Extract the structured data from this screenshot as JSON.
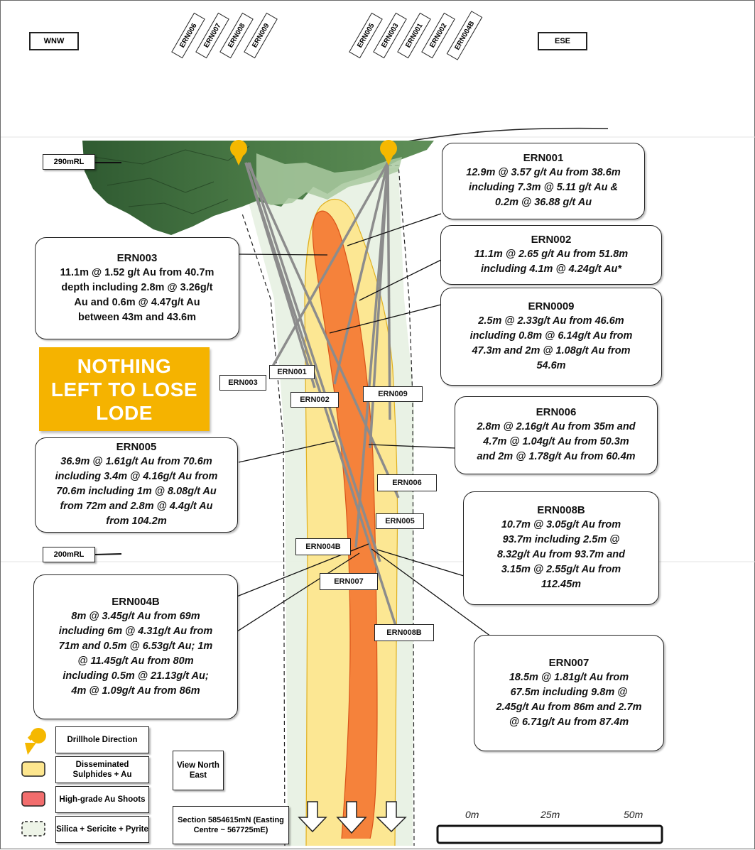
{
  "directions": {
    "west": "WNW",
    "east": "ESE"
  },
  "drillhole_tags": {
    "group_a": [
      "ERN006",
      "ERN007",
      "ERN008",
      "ERN009"
    ],
    "group_b": [
      "ERN005",
      "ERN003",
      "ERN001",
      "ERN002",
      "ERN004B"
    ]
  },
  "reduced_levels": {
    "upper": "290mRL",
    "lower": "200mRL"
  },
  "trace_labels": {
    "ern003": "ERN003",
    "ern001": "ERN001",
    "ern002": "ERN002",
    "ern009": "ERN009",
    "ern006": "ERN006",
    "ern005": "ERN005",
    "ern004b": "ERN004B",
    "ern007": "ERN007",
    "ern008b": "ERN008B"
  },
  "callouts": {
    "ern001": {
      "title": "ERN001",
      "lines": [
        "12.9m @ 3.57 g/t Au from 38.6m",
        "including 7.3m @ 5.11 g/t Au &",
        "0.2m @ 36.88 g/t Au"
      ]
    },
    "ern002": {
      "title": "ERN002",
      "lines": [
        "11.1m @ 2.65 g/t Au from 51.8m",
        "including 4.1m @ 4.24g/t Au*"
      ]
    },
    "ern0009": {
      "title": "ERN0009",
      "lines": [
        "2.5m @ 2.33g/t Au from 46.6m",
        "including 0.8m @ 6.14g/t Au from",
        "47.3m and 2m @ 1.08g/t Au from",
        "54.6m"
      ]
    },
    "ern003": {
      "title": "ERN003",
      "lines": [
        "11.1m @ 1.52 g/t Au from 40.7m",
        "depth including  2.8m @ 3.26g/t",
        "Au and 0.6m @ 4.47g/t Au",
        "between 43m and 43.6m"
      ]
    },
    "ern006": {
      "title": "ERN006",
      "lines": [
        "2.8m @ 2.16g/t Au from 35m and",
        "4.7m @ 1.04g/t Au from 50.3m",
        "and 2m @ 1.78g/t Au from 60.4m"
      ]
    },
    "ern005": {
      "title": "ERN005",
      "lines": [
        "36.9m @ 1.61g/t Au from 70.6m",
        "including 3.4m @ 4.16g/t Au from",
        "70.6m including 1m @ 8.08g/t Au",
        "from  72m and 2.8m @ 4.4g/t Au",
        "from 104.2m"
      ]
    },
    "ern008b": {
      "title": "ERN008B",
      "lines": [
        "10.7m @ 3.05g/t Au from",
        "93.7m including  2.5m @",
        "8.32g/t Au from 93.7m and",
        "3.15m @ 2.55g/t Au from",
        "112.45m"
      ]
    },
    "ern004b": {
      "title": "ERN004B",
      "lines": [
        "8m @ 3.45g/t Au from 69m",
        "including 6m @ 4.31g/t Au from",
        "71m and 0.5m @ 6.53g/t Au; 1m",
        "@ 11.45g/t Au from 80m",
        "including 0.5m @ 21.13g/t Au;",
        "4m @ 1.09g/t Au from 86m"
      ]
    },
    "ern007": {
      "title": "ERN007",
      "lines": [
        "18.5m @ 1.81g/t Au from",
        "67.5m including 9.8m @",
        "2.45g/t Au from 86m and 2.7m",
        "@ 6.71g/t Au from 87.4m"
      ]
    }
  },
  "promo": {
    "line1": "NOTHING",
    "line2": "LEFT TO LOSE",
    "line3": "LODE"
  },
  "legend": {
    "drillhole": "Drillhole Direction",
    "disseminated": "Disseminated Sulphides + Au",
    "highgrade": "High-grade Au Shoots",
    "silica": "Silica + Sericite + Pyrite"
  },
  "view": "View North East",
  "section": "Section 5854615mN (Easting Centre ~ 567725mE)",
  "scale": {
    "ticks": [
      "0m",
      "25m",
      "50m"
    ]
  },
  "colors": {
    "disseminated": "#fce58a",
    "highgrade": "#f5823b",
    "silica": "#e5f0e0",
    "drillhole": "#f5b800",
    "terrain": "#3e6b3c"
  },
  "icons": [
    "drillhole-direction-icon",
    "down-arrow-icon"
  ]
}
